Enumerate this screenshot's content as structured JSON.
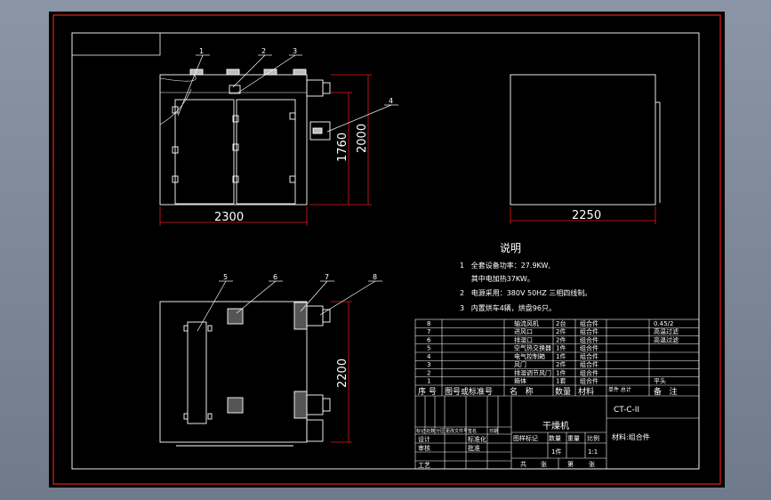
{
  "colors": {
    "background": "#7b8696",
    "sheet": "#000000",
    "border_red": "#e81c1c",
    "line_white": "#ffffff",
    "dim_red": "#e81c1c",
    "leader_white": "#ffffff",
    "hatch": "#c8c8c8"
  },
  "views": {
    "front": {
      "width_dim": "2300",
      "height_dim_inner": "1760",
      "height_dim_outer": "2000"
    },
    "side": {
      "width_dim": "2250"
    },
    "top": {
      "depth_dim": "2200"
    }
  },
  "callouts": [
    "1",
    "2",
    "3",
    "4",
    "5",
    "6",
    "7",
    "8"
  ],
  "notes": {
    "title": "说明",
    "lines": [
      "1   全套设备功率：27.9KW,",
      "     其中电加热37KW。",
      "2   电源采用：380V 50HZ 三相四线制。",
      "3   内置烘车4辆，烘盘96只。"
    ]
  },
  "parts_table": {
    "rows": [
      {
        "no": "8",
        "code": "",
        "name": "轴流风机",
        "qty": "2台",
        "material": "组合件",
        "note": "0.45/2"
      },
      {
        "no": "7",
        "code": "",
        "name": "进风口",
        "qty": "2件",
        "material": "组合件",
        "note": "高温过滤"
      },
      {
        "no": "6",
        "code": "",
        "name": "排湿口",
        "qty": "2件",
        "material": "组合件",
        "note": "高温过滤"
      },
      {
        "no": "5",
        "code": "",
        "name": "空气热交换器",
        "qty": "1件",
        "material": "组合件",
        "note": ""
      },
      {
        "no": "4",
        "code": "",
        "name": "电气控制箱",
        "qty": "1件",
        "material": "组合件",
        "note": ""
      },
      {
        "no": "3",
        "code": "",
        "name": "风门",
        "qty": "2件",
        "material": "组合件",
        "note": ""
      },
      {
        "no": "2",
        "code": "",
        "name": "排湿调节风门",
        "qty": "1件",
        "material": "组合件",
        "note": ""
      },
      {
        "no": "1",
        "code": "",
        "name": "箱体",
        "qty": "1套",
        "material": "组合件",
        "note": "平头"
      }
    ],
    "header": {
      "no": "序 号",
      "code": "图号或标准号",
      "name": "名   称",
      "qty": "数量",
      "material": "材料",
      "weight": "单件 总计",
      "note": "备   注"
    }
  },
  "title_block": {
    "drawing_no": "CT-C-II",
    "name": "干燥机",
    "material": "材料:组合件",
    "scale": "1:1",
    "qty": "1件",
    "left_labels": [
      "设计",
      "审核",
      "工艺",
      "标准化",
      "批准"
    ],
    "small_labels": [
      "标记",
      "处数",
      "分区",
      "更改文件号",
      "签名",
      "日期"
    ],
    "mid_labels": [
      "图样标记",
      "数量",
      "重量",
      "比例"
    ],
    "sheet_labels": [
      "共",
      "张",
      "第",
      "张"
    ]
  }
}
